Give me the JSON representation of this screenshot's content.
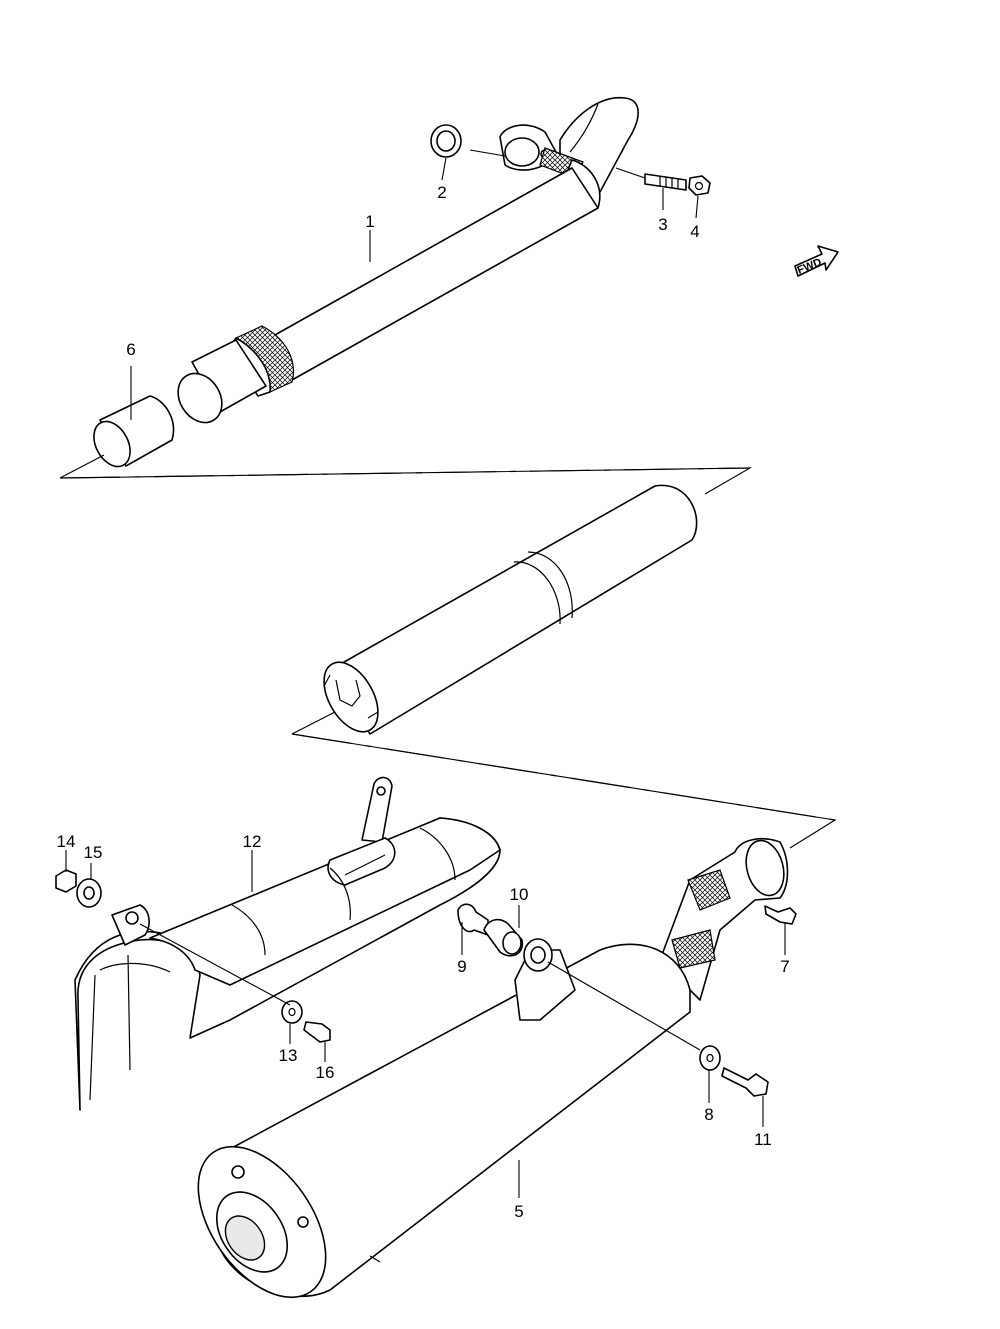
{
  "callouts": [
    {
      "num": "1"
    },
    {
      "num": "2"
    },
    {
      "num": "3"
    },
    {
      "num": "4"
    },
    {
      "num": "5"
    },
    {
      "num": "6"
    },
    {
      "num": "7"
    },
    {
      "num": "8"
    },
    {
      "num": "9"
    },
    {
      "num": "10"
    },
    {
      "num": "11"
    },
    {
      "num": "12"
    },
    {
      "num": "13"
    },
    {
      "num": "14"
    },
    {
      "num": "15"
    },
    {
      "num": "16"
    }
  ],
  "fwd_label": "FWD"
}
